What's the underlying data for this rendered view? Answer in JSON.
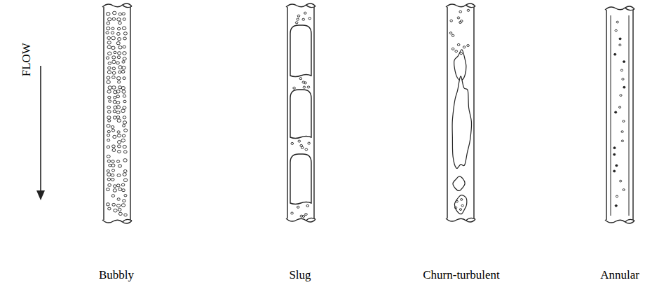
{
  "diagram": {
    "labels": [
      "FLOW",
      "Bubbly",
      "Slug",
      "Churn-turbulent",
      "Annular"
    ]
  }
}
